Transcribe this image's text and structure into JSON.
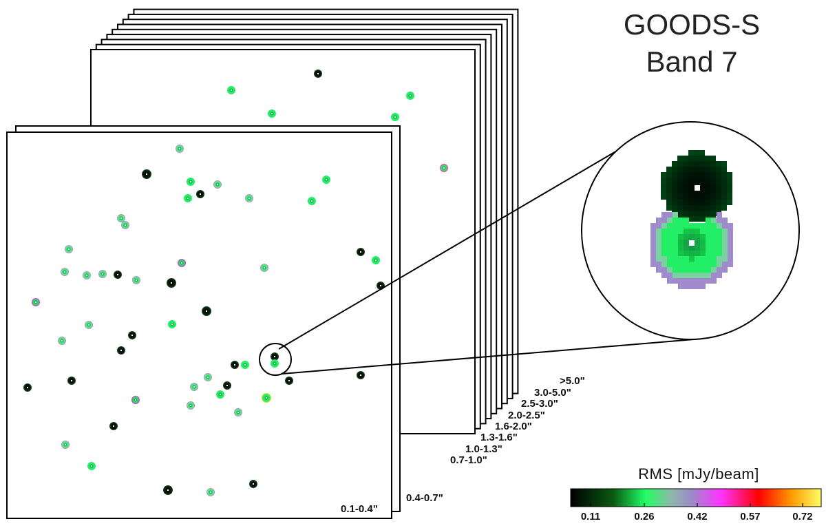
{
  "title": {
    "line1": "GOODS-S",
    "line2": "Band 7"
  },
  "resolution_bins": [
    "0.1-0.4\"",
    "0.4-0.7\"",
    "0.7-1.0\"",
    "1.0-1.3\"",
    "1.3-1.6\"",
    "1.6-2.0\"",
    "2.0-2.5\"",
    "2.5-3.0\"",
    "3.0-5.0\"",
    ">5.0\""
  ],
  "colorbar": {
    "title": "RMS  [mJy/beam]",
    "ticks": [
      "0.11",
      "0.26",
      "0.42",
      "0.57",
      "0.72"
    ],
    "colors": [
      "#000000",
      "#0a5a10",
      "#22ff66",
      "#9a8cc8",
      "#ff33ff",
      "#ff0000",
      "#ffff66"
    ]
  },
  "colors": {
    "frame": "#000000",
    "green": "#22ee66",
    "purple": "#9a8cc8",
    "black_source": "#050505"
  }
}
